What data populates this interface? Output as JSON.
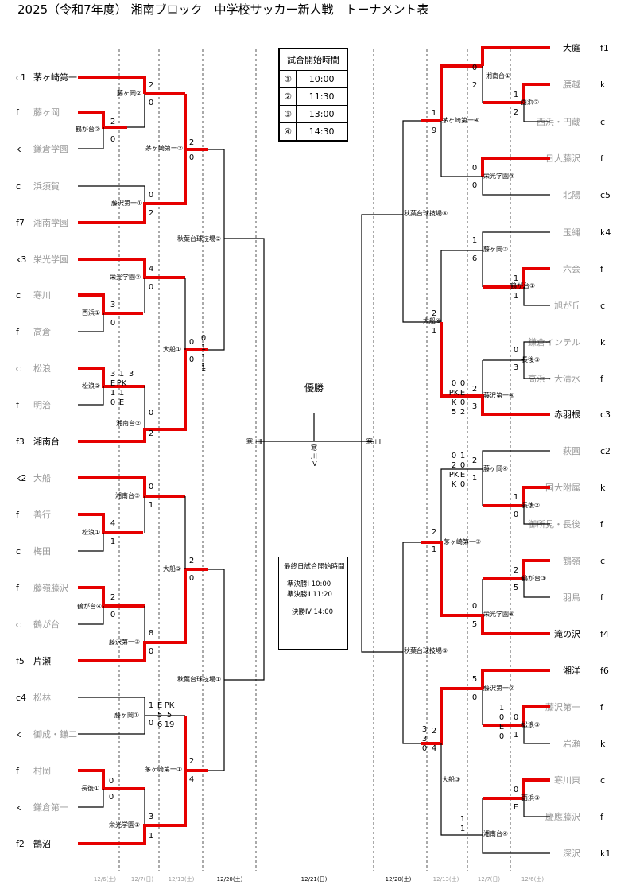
{
  "title": "2025（令和7年度） 湘南ブロック　中学校サッカー新人戦　トーナメント表",
  "start_times": {
    "header": "試合開始時間",
    "rows": [
      {
        "mark": "①",
        "time": "10:00"
      },
      {
        "mark": "②",
        "time": "11:30"
      },
      {
        "mark": "③",
        "time": "13:00"
      },
      {
        "mark": "④",
        "time": "14:30"
      }
    ]
  },
  "final_day": {
    "header": "最終日試合開始時間",
    "semi1": "準決勝Ⅰ  10:00",
    "semi2": "準決勝Ⅱ  11:20",
    "final": "決勝Ⅳ  14:00"
  },
  "champion_label": "優勝",
  "final_court": [
    "寒",
    "川",
    "Ⅳ"
  ],
  "semi_left_label": "寒川Ⅱ",
  "semi_right_label": "寒川Ⅰ",
  "dates_left": [
    "12/6(土)",
    "12/7(日)",
    "12/13(土)",
    "12/20(土)"
  ],
  "date_center": "12/21(日)",
  "dates_right": [
    "12/20(土)",
    "12/13(土)",
    "12/7(日)",
    "12/6(土)"
  ],
  "left_teams": [
    {
      "seed": "c1",
      "name": "茅ヶ崎第一",
      "active": true
    },
    {
      "seed": "f",
      "name": "藤ヶ岡",
      "active": false
    },
    {
      "seed": "k",
      "name": "鎌倉学園",
      "active": false
    },
    {
      "seed": "c",
      "name": "浜須賀",
      "active": false
    },
    {
      "seed": "f7",
      "name": "湘南学園",
      "active": false
    },
    {
      "seed": "k3",
      "name": "栄光学園",
      "active": false
    },
    {
      "seed": "c",
      "name": "寒川",
      "active": false
    },
    {
      "seed": "f",
      "name": "高倉",
      "active": false
    },
    {
      "seed": "c",
      "name": "松浪",
      "active": false
    },
    {
      "seed": "f",
      "name": "明治",
      "active": false
    },
    {
      "seed": "f3",
      "name": "湘南台",
      "active": true
    },
    {
      "seed": "k2",
      "name": "大船",
      "active": false
    },
    {
      "seed": "f",
      "name": "善行",
      "active": false
    },
    {
      "seed": "c",
      "name": "梅田",
      "active": false
    },
    {
      "seed": "f",
      "name": "藤嶺藤沢",
      "active": false
    },
    {
      "seed": "c",
      "name": "鶴が台",
      "active": false
    },
    {
      "seed": "f5",
      "name": "片瀬",
      "active": true
    },
    {
      "seed": "c4",
      "name": "松林",
      "active": false
    },
    {
      "seed": "k",
      "name": "御成・鎌二",
      "active": false
    },
    {
      "seed": "f",
      "name": "村岡",
      "active": false
    },
    {
      "seed": "k",
      "name": "鎌倉第一",
      "active": false
    },
    {
      "seed": "f2",
      "name": "鵠沼",
      "active": true
    }
  ],
  "right_teams": [
    {
      "seed": "f1",
      "name": "大庭",
      "active": true
    },
    {
      "seed": "k",
      "name": "腰越",
      "active": false
    },
    {
      "seed": "c",
      "name": "西浜・円蔵",
      "active": false
    },
    {
      "seed": "f",
      "name": "日大藤沢",
      "active": false
    },
    {
      "seed": "c5",
      "name": "北陽",
      "active": false
    },
    {
      "seed": "k4",
      "name": "玉縄",
      "active": false
    },
    {
      "seed": "f",
      "name": "六会",
      "active": false
    },
    {
      "seed": "c",
      "name": "旭が丘",
      "active": false
    },
    {
      "seed": "k",
      "name": "鎌倉インテル",
      "active": false
    },
    {
      "seed": "f",
      "name": "高浜・大清水",
      "active": false
    },
    {
      "seed": "c3",
      "name": "赤羽根",
      "active": true
    },
    {
      "seed": "c2",
      "name": "萩園",
      "active": false
    },
    {
      "seed": "k",
      "name": "国大附属",
      "active": false
    },
    {
      "seed": "f",
      "name": "御所見・長後",
      "active": false
    },
    {
      "seed": "c",
      "name": "鶴嶺",
      "active": false
    },
    {
      "seed": "f",
      "name": "羽鳥",
      "active": false
    },
    {
      "seed": "f4",
      "name": "滝の沢",
      "active": true
    },
    {
      "seed": "f6",
      "name": "湘洋",
      "active": true
    },
    {
      "seed": "f",
      "name": "藤沢第一",
      "active": false
    },
    {
      "seed": "k",
      "name": "岩瀬",
      "active": false
    },
    {
      "seed": "c",
      "name": "寒川東",
      "active": false
    },
    {
      "seed": "f",
      "name": "慶應藤沢",
      "active": false
    },
    {
      "seed": "k1",
      "name": "深沢",
      "active": false
    }
  ],
  "left_venues": [
    {
      "label": "藤ヶ岡②"
    },
    {
      "label": "鶴が台②"
    },
    {
      "label": "藤沢第一①"
    },
    {
      "label": "茅ヶ崎第一②"
    },
    {
      "label": "栄光学園②"
    },
    {
      "label": "西浜①"
    },
    {
      "label": "松浪②"
    },
    {
      "label": "大船①"
    },
    {
      "label": "湘南台②"
    },
    {
      "label": "秋葉台球技場②"
    },
    {
      "label": "湘南台③"
    },
    {
      "label": "松浪①"
    },
    {
      "label": "大船②"
    },
    {
      "label": "鶴が台④"
    },
    {
      "label": "藤沢第一③"
    },
    {
      "label": "藤ヶ岡①"
    },
    {
      "label": "茅ヶ崎第一①"
    },
    {
      "label": "長後①"
    },
    {
      "label": "栄光学園①"
    },
    {
      "label": "秋葉台球技場①"
    }
  ],
  "right_venues": [
    {
      "label": "湘南台①"
    },
    {
      "label": "西浜②"
    },
    {
      "label": "茅ヶ崎第一④"
    },
    {
      "label": "栄光学園③"
    },
    {
      "label": "秋葉台球技場④"
    },
    {
      "label": "藤ヶ岡③"
    },
    {
      "label": "鶴が台①"
    },
    {
      "label": "大船④"
    },
    {
      "label": "長後③"
    },
    {
      "label": "藤沢第一④"
    },
    {
      "label": "藤ヶ岡④"
    },
    {
      "label": "長後②"
    },
    {
      "label": "茅ヶ崎第一③"
    },
    {
      "label": "鶴が台③"
    },
    {
      "label": "栄光学園④"
    },
    {
      "label": "秋葉台球技場③"
    },
    {
      "label": "藤沢第一②"
    },
    {
      "label": "松浪③"
    },
    {
      "label": "大船③"
    },
    {
      "label": "西浜③"
    },
    {
      "label": "湘南台④"
    }
  ],
  "scores": [
    "2",
    "0",
    "2",
    "0",
    "0",
    "2",
    "2",
    "0",
    "4",
    "0",
    "3",
    "0",
    "0",
    "0",
    "0",
    "1",
    "3",
    "1",
    "EX",
    "PK",
    "1",
    "1",
    "1",
    "1",
    "0",
    "2",
    "0",
    "EX",
    "1",
    "3",
    "0",
    "1",
    "4",
    "1",
    "2",
    "0",
    "8",
    "0",
    "2",
    "0",
    "1",
    "0",
    "EX",
    "5",
    "6",
    "PK",
    "5",
    "19",
    "0",
    "0",
    "3",
    "1",
    "2",
    "4",
    "0",
    "2",
    "1",
    "2",
    "1",
    "9",
    "0",
    "0",
    "1",
    "6",
    "1",
    "1",
    "2",
    "1",
    "0",
    "3",
    "0",
    "PK",
    "K",
    "5",
    "0",
    "EX",
    "0",
    "2",
    "2",
    "3",
    "0",
    "2",
    "PK",
    "K",
    "1",
    "0",
    "EX",
    "0",
    "2",
    "1",
    "1",
    "0",
    "2",
    "5",
    "2",
    "1",
    "0",
    "5",
    "5",
    "0",
    "1",
    "0",
    "EX",
    "0",
    "0",
    "1",
    "3",
    "3",
    "0",
    "2",
    "4",
    "0",
    "EX",
    "1",
    "1"
  ],
  "colors": {
    "win": "#e60000",
    "line": "#000000",
    "inactive": "#9a9a9a"
  }
}
